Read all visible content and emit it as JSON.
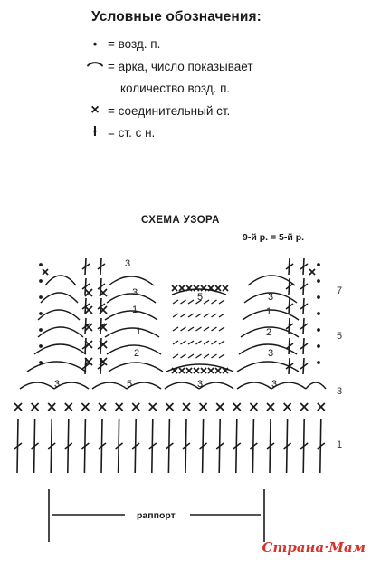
{
  "legend": {
    "title": "Условные обозначения:",
    "items": [
      {
        "icon": "dot-icon",
        "symbol": "•",
        "text": "= возд. п."
      },
      {
        "icon": "arch-icon",
        "symbol": "⌒",
        "text": "= арка, число показывает",
        "text2": "количество возд. п."
      },
      {
        "icon": "cross-icon",
        "symbol": "×",
        "text": "= соединительный ст."
      },
      {
        "icon": "double-crochet-icon",
        "symbol": "ƚ",
        "text": "= ст. с н."
      }
    ]
  },
  "scheme": {
    "title": "СХЕМА УЗОРА",
    "note": "9-й р. = 5-й р.",
    "row_numbers": [
      "7",
      "5",
      "3",
      "1"
    ],
    "arch_labels": [
      "3",
      "3",
      "5",
      "3",
      "1",
      "1",
      "1",
      "2",
      "2",
      "3",
      "3",
      "5",
      "3",
      "3"
    ],
    "rapport_label": "раппорт"
  },
  "watermark": "Страна·Мам"
}
